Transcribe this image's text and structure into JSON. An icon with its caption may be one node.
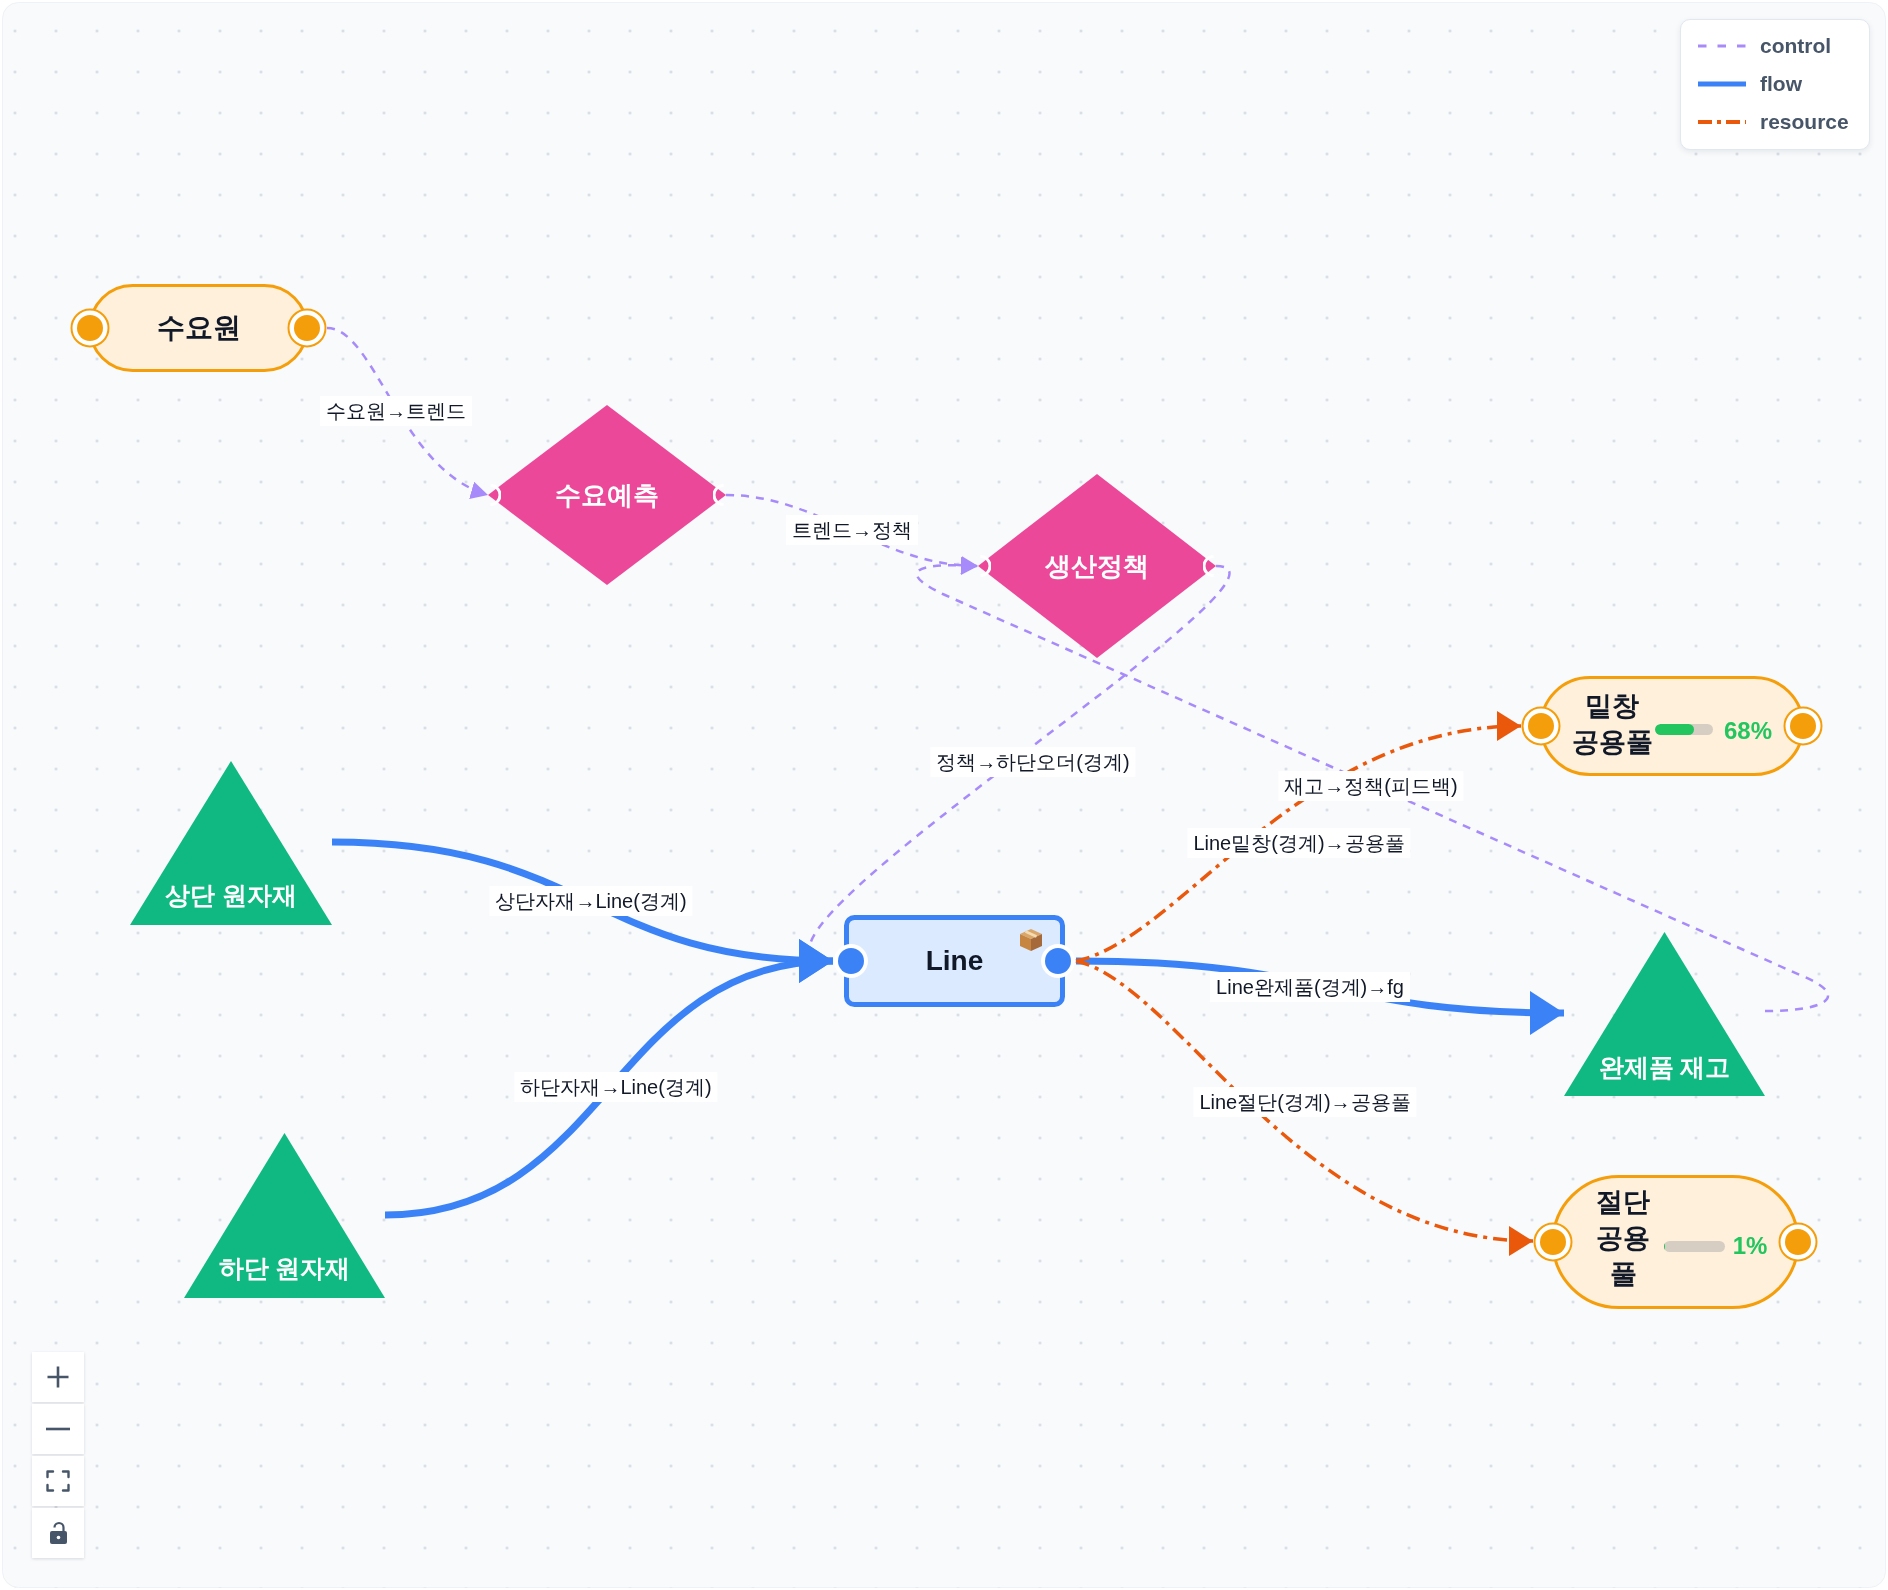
{
  "diagram": {
    "nodes": [
      {
        "text": [
          "수요원"
        ]
      },
      {
        "text": [
          "수요예측"
        ]
      },
      {
        "text": [
          "생산정책"
        ]
      },
      {
        "text": [
          "밑창 공용풀",
          "68%"
        ]
      },
      {
        "text": [
          "상단 원자재"
        ]
      },
      {
        "text": [
          "Line"
        ]
      },
      {
        "text": [
          "완제품 재고"
        ]
      },
      {
        "text": [
          "하단 원자재"
        ]
      },
      {
        "text": [
          "절단 공용풀",
          "1%"
        ]
      }
    ],
    "edges": [
      {
        "from": 0,
        "to": 1,
        "arrow": "to",
        "label": "수요원→트렌드",
        "style": "dashed"
      },
      {
        "from": 1,
        "to": 2,
        "arrow": "to",
        "label": "트렌드→정책",
        "style": "dashed"
      },
      {
        "from": 2,
        "to": 5,
        "arrow": "to",
        "label": "정책→하단오더(경계)",
        "style": "dashed"
      },
      {
        "from": 6,
        "to": 2,
        "arrow": "to",
        "label": "재고→정책(피드백)",
        "style": "dashed"
      },
      {
        "from": 4,
        "to": 5,
        "arrow": "to",
        "label": "상단자재→Line(경계)",
        "style": "thick",
        "color": "#3b82f6"
      },
      {
        "from": 7,
        "to": 5,
        "arrow": "to",
        "label": "하단자재→Line(경계)",
        "style": "thick",
        "color": "#3b82f6"
      },
      {
        "from": 5,
        "to": 3,
        "arrow": "to",
        "label": "Line밑창(경계)→공용풀",
        "style": "dashed",
        "color": "#ea580c"
      },
      {
        "from": 5,
        "to": 6,
        "arrow": "to",
        "label": "Line완제품(경계)→fg",
        "style": "thick",
        "color": "#3b82f6"
      },
      {
        "from": 5,
        "to": 8,
        "arrow": "to",
        "label": "Line절단(경계)→공용풀",
        "style": "dashed",
        "color": "#ea580c"
      }
    ],
    "legend": [
      {
        "text": "control"
      },
      {
        "text": "flow"
      },
      {
        "text": "resource"
      }
    ]
  }
}
